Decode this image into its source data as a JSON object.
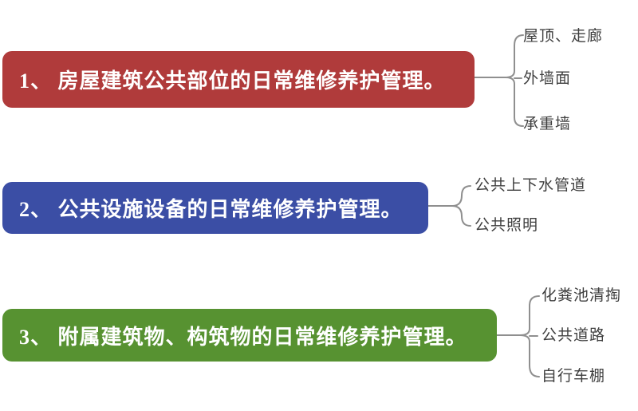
{
  "diagram": {
    "background": "#ffffff",
    "colors": {
      "connector_line": "#8f8f8f",
      "branch_text": "#3f3f3f",
      "box_text": "#ffffff"
    },
    "nodes": [
      {
        "id": "1",
        "label": "1、 房屋建筑公共部位的日常维修养护管理。",
        "color": "#B03B3B",
        "branches": [
          "屋顶、走廊",
          "外墙面",
          "承重墙"
        ]
      },
      {
        "id": "2",
        "label": "2、 公共设施设备的日常维修养护管理。",
        "color": "#3B4EA5",
        "branches": [
          "公共上下水管道",
          "公共照明"
        ]
      },
      {
        "id": "3",
        "label": "3、 附属建筑物、构筑物的日常维修养护管理。",
        "color": "#579231",
        "branches": [
          "化粪池清掏",
          "公共道路",
          "自行车棚"
        ]
      }
    ]
  }
}
